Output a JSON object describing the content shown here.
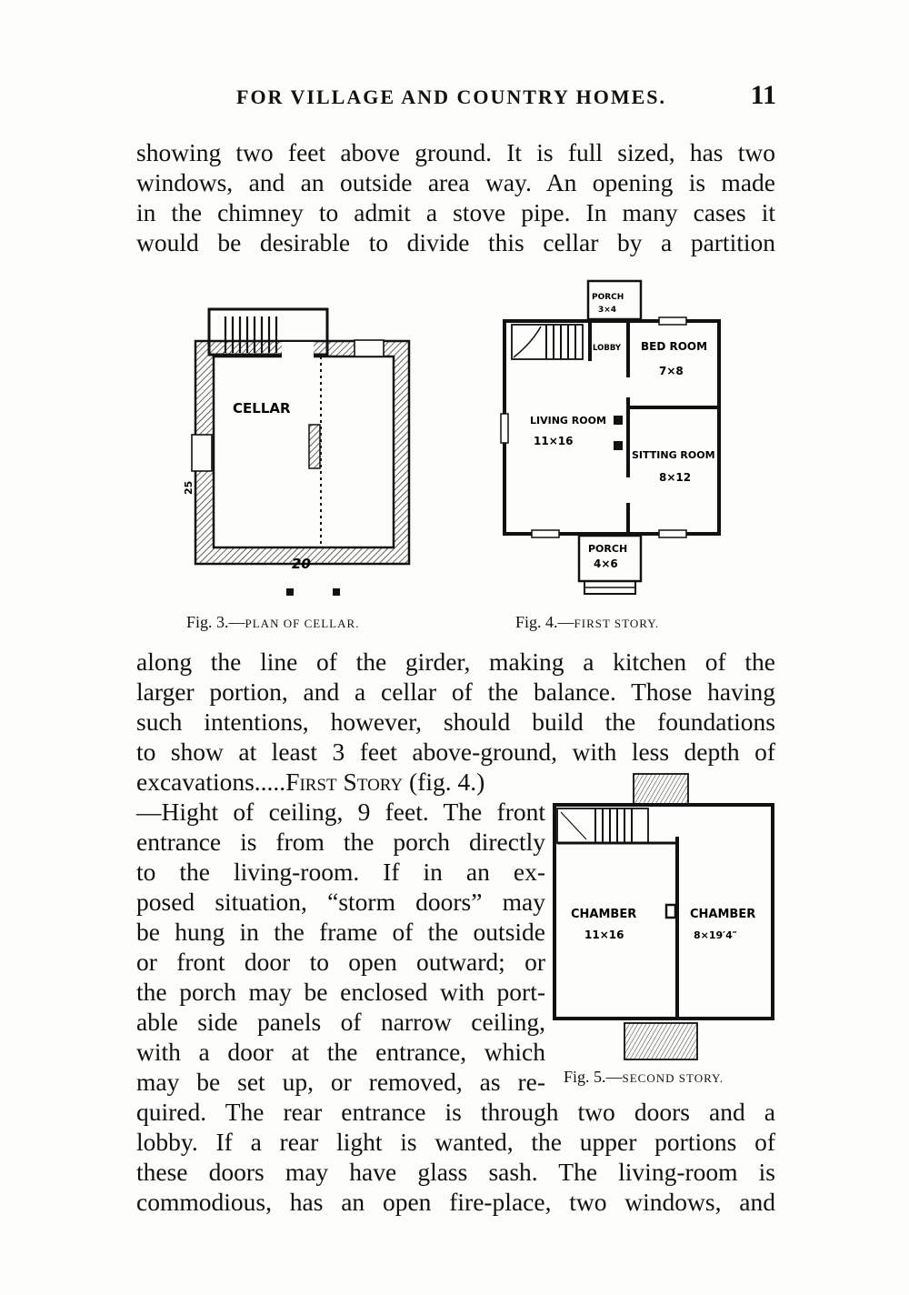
{
  "header": {
    "running_head": "FOR VILLAGE AND COUNTRY HOMES.",
    "page_number": "11"
  },
  "para1": [
    "showing two feet above ground. It is full sized, has two",
    "windows, and an outside area way. An opening is made",
    "in the chimney to admit a stove pipe. In many cases it",
    "would be desirable to divide this cellar by a partition"
  ],
  "fig3": {
    "caption_num": "Fig. 3.—",
    "caption_title": "PLAN OF CELLAR.",
    "room": "CELLAR",
    "dim_width": "20",
    "dim_depth": "25"
  },
  "fig4": {
    "caption_num": "Fig. 4.—",
    "caption_title": "FIRST STORY.",
    "rear_porch": "PORCH",
    "rear_porch_size": "3×4",
    "lobby": "LOBBY",
    "bed_room": "BED ROOM",
    "bed_room_size": "7×8",
    "living_room": "LIVING ROOM",
    "living_room_size": "11×16",
    "sitting_room": "SITTING ROOM",
    "sitting_room_size": "8×12",
    "front_porch": "PORCH",
    "front_porch_size": "4×6"
  },
  "para2": [
    "along the line of the girder, making a kitchen of the",
    "larger portion, and a cellar of the balance. Those having",
    "such intentions, however, should build the foundations",
    "to show at least 3 feet above-ground, with less depth of"
  ],
  "para2_line5_prefix": "excavations.....",
  "para2_line5_smallcaps": "First Story",
  "para2_line5_suffix": " (fig. 4.)",
  "para2_narrow": [
    "—Hight of ceiling, 9 feet. The front",
    "entrance is from the porch directly",
    "to the living-room. If in an ex-",
    "posed situation, “storm doors” may",
    "be hung in the frame of the outside",
    "or front door to open outward; or",
    "the porch may be enclosed with port-",
    "able side panels of narrow ceiling,",
    "with a door at the entrance, which",
    "may be set up, or removed, as re-"
  ],
  "fig5": {
    "caption_num": "Fig. 5.—",
    "caption_title": "SECOND STORY.",
    "chamber1": "CHAMBER",
    "chamber1_size": "11×16",
    "chamber2": "CHAMBER",
    "chamber2_size": "8×19′4″"
  },
  "para3": [
    "quired. The rear entrance is through two doors and a",
    "lobby. If a rear light is wanted, the upper portions of",
    "these doors may have glass sash. The living-room is",
    "commodious, has an open fire-place, two windows, and"
  ]
}
